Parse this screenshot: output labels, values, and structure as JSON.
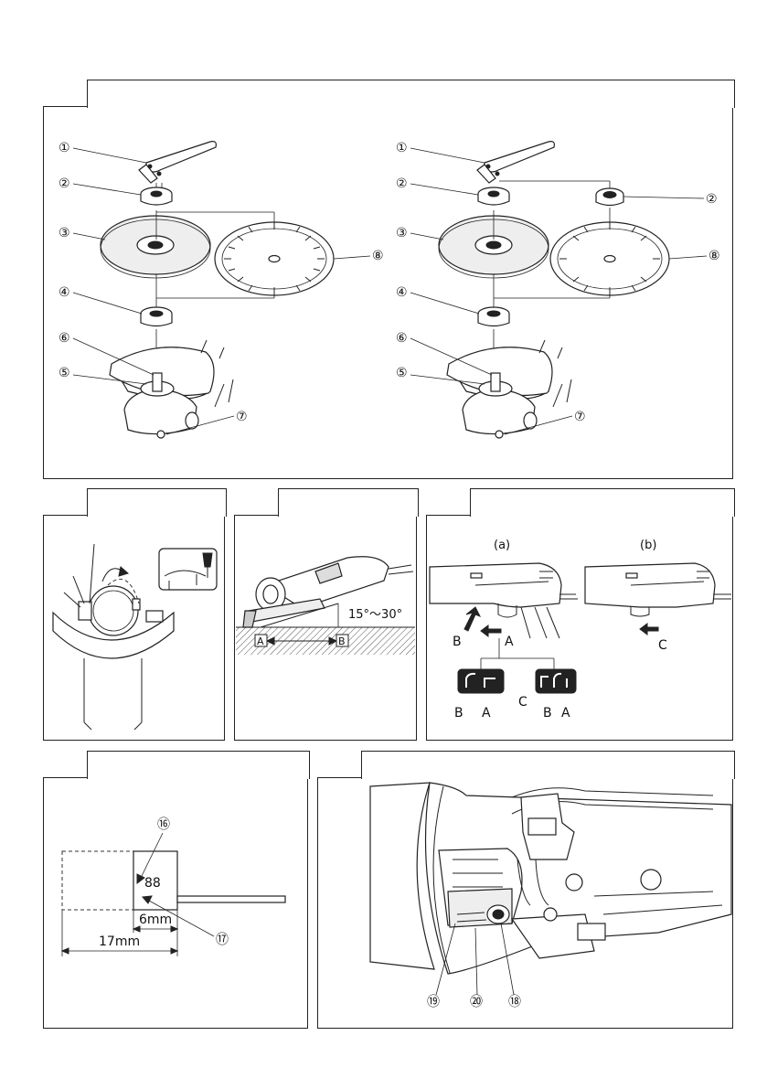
{
  "fig1": {
    "left": {
      "callouts": [
        "①",
        "②",
        "③",
        "④",
        "⑤",
        "⑥",
        "⑦",
        "⑧"
      ]
    },
    "right": {
      "callouts": [
        "①",
        "②",
        "②",
        "③",
        "④",
        "⑤",
        "⑥",
        "⑦",
        "⑧"
      ]
    }
  },
  "fig3": {
    "angle_label": "15°～30°",
    "dir_a": "A",
    "dir_b": "B"
  },
  "fig4": {
    "label_a": "(a)",
    "label_b": "(b)",
    "arrow_b": "B",
    "arrow_a": "A",
    "arrow_c": "C",
    "key_left": [
      "B",
      "A"
    ],
    "key_right": [
      "C",
      "B",
      "A"
    ]
  },
  "fig5": {
    "callout_16": "⑯",
    "callout_17": "⑰",
    "brush_value": "88",
    "dim_6": "6mm",
    "dim_17": "17mm"
  },
  "fig6": {
    "callout_19": "⑲",
    "callout_20": "⑳",
    "callout_18": "⑱"
  }
}
